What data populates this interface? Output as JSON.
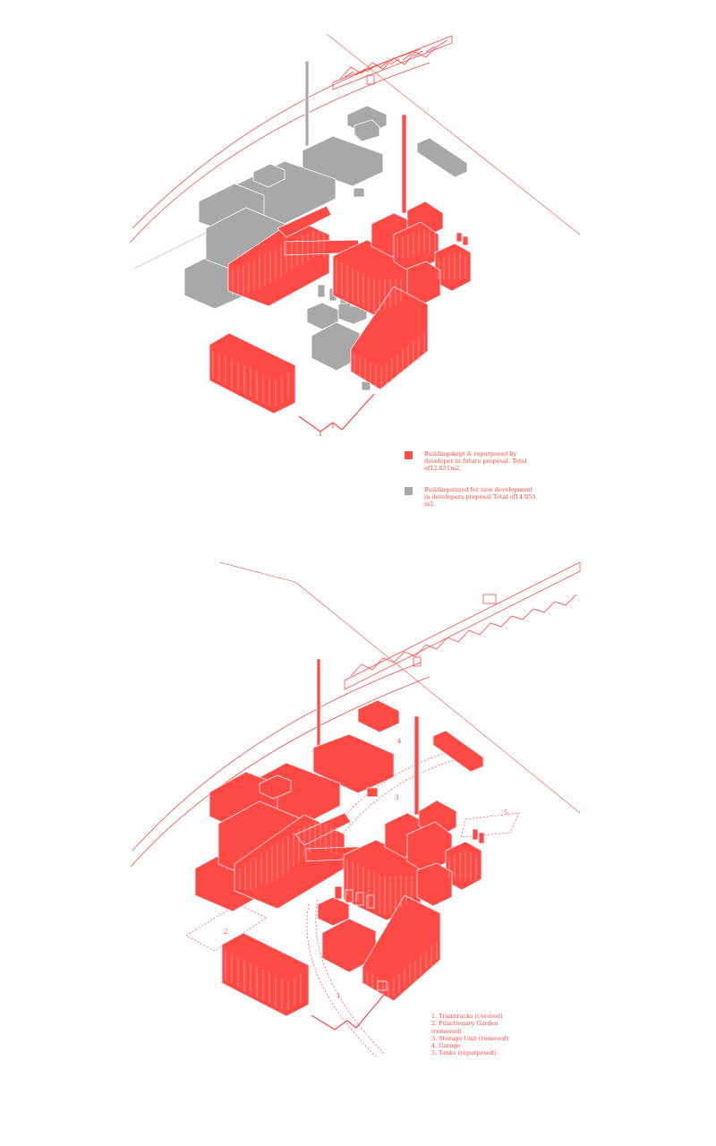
{
  "colors": {
    "kept": "#ff4a46",
    "razed": "#a8a8a8",
    "line": "#ff4a46"
  },
  "legend_top": [
    {
      "text": "Buildingskept & repurposed by developer in future proposal. Total of12.851m2.",
      "color": "#ff4a46"
    },
    {
      "text": "Buildingsrazed for new development in developers proposal Total of14.053 m2.",
      "color": "#a8a8a8"
    }
  ],
  "legend_bottom": [
    "1. Traintracks (covered)",
    "2. Functionary Garden (removed)",
    "3. Storage Unit (removed)",
    "4. Garage",
    "5. Tanks (repurposed)"
  ],
  "map_labels": [
    "1",
    "2",
    "3",
    "4",
    "5"
  ]
}
